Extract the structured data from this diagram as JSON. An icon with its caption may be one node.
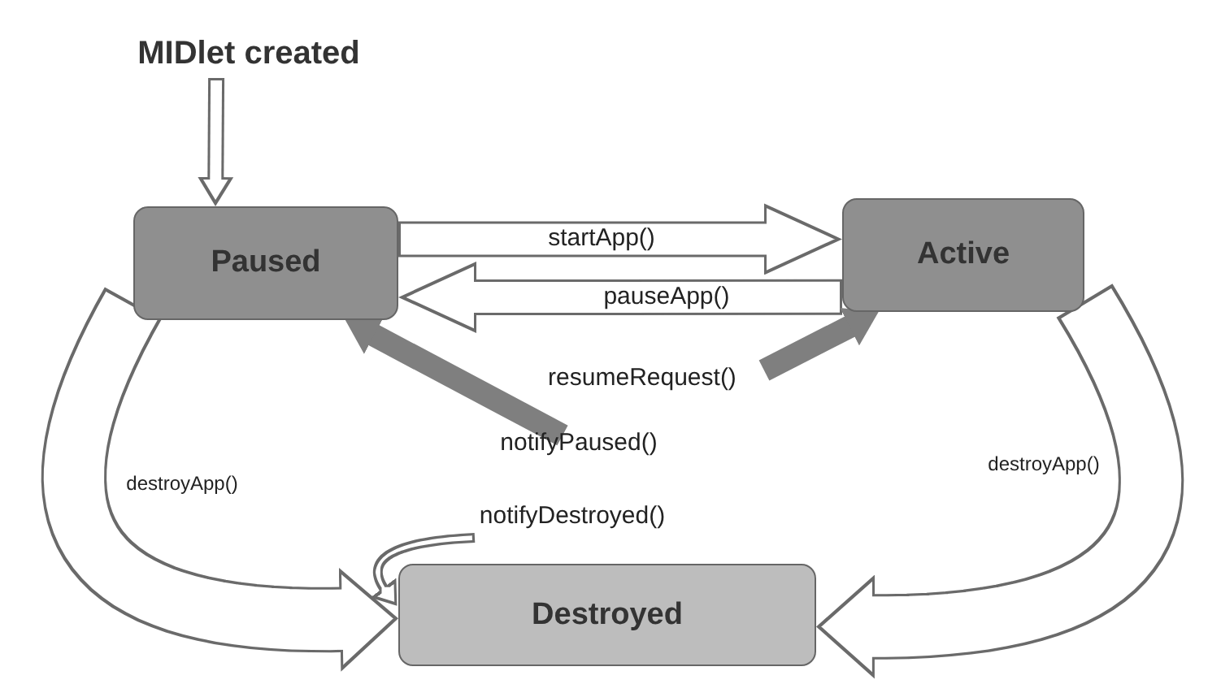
{
  "diagram": {
    "nodes": [
      {
        "text": [
          "MIDlet created"
        ]
      },
      {
        "text": [
          "Paused"
        ]
      },
      {
        "text": [
          "Active"
        ]
      },
      {
        "text": [
          "Destroyed"
        ]
      }
    ],
    "edges": [
      {
        "from": 0,
        "to": 1,
        "arrow": "to"
      },
      {
        "from": 1,
        "to": 2,
        "arrow": "to",
        "label": "startApp()"
      },
      {
        "from": 2,
        "to": 1,
        "arrow": "to",
        "label": "pauseApp()"
      },
      {
        "from": null,
        "to": 2,
        "arrow": "to",
        "label": "resumeRequest()",
        "color": "#7f7f7f"
      },
      {
        "from": null,
        "to": 1,
        "arrow": "to",
        "label": "notifyPaused()",
        "color": "#7f7f7f"
      },
      {
        "from": null,
        "to": 3,
        "arrow": "to",
        "label": "notifyDestroyed()"
      },
      {
        "from": 1,
        "to": 3,
        "arrow": "to",
        "label": "destroyApp()",
        "style": "thick"
      },
      {
        "from": 2,
        "to": 3,
        "arrow": "to",
        "label": "destroyApp()",
        "style": "thick"
      }
    ]
  }
}
